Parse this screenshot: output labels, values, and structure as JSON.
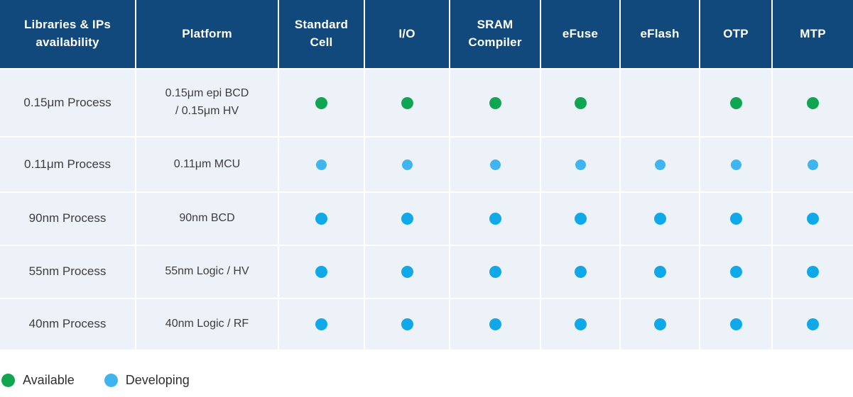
{
  "table": {
    "title": "Libraries & IPs availability",
    "columns": [
      {
        "id": "libraries-ips-availability",
        "label": "Libraries  & IPs\navailability"
      },
      {
        "id": "platform",
        "label": "Platform"
      },
      {
        "id": "standard-cell",
        "label": "Standard\nCell"
      },
      {
        "id": "io",
        "label": "I/O"
      },
      {
        "id": "sram-compiler",
        "label": "SRAM\nCompiler"
      },
      {
        "id": "efuse",
        "label": "eFuse"
      },
      {
        "id": "eflash",
        "label": "eFlash"
      },
      {
        "id": "otp",
        "label": "OTP"
      },
      {
        "id": "mtp",
        "label": "MTP"
      }
    ],
    "rows": [
      {
        "process": "0.15μm Process",
        "platform_lines": [
          "0.15μm epi BCD",
          "/ 0.15μm HV"
        ],
        "cells": [
          "available",
          "available",
          "available",
          "available",
          "",
          "available",
          "available"
        ]
      },
      {
        "process": "0.11μm Process",
        "platform_lines": [
          "0.11μm MCU"
        ],
        "cells": [
          "developing_light",
          "developing_light",
          "developing_light",
          "developing_light",
          "developing_light",
          "developing_light",
          "developing_light"
        ]
      },
      {
        "process": "90nm Process",
        "platform_lines": [
          "90nm BCD"
        ],
        "cells": [
          "developing",
          "developing",
          "developing",
          "developing",
          "developing",
          "developing",
          "developing"
        ]
      },
      {
        "process": "55nm Process",
        "platform_lines": [
          "55nm Logic / HV"
        ],
        "cells": [
          "developing",
          "developing",
          "developing",
          "developing",
          "developing",
          "developing",
          "developing"
        ]
      },
      {
        "process": "40nm Process",
        "platform_lines": [
          "40nm Logic / RF"
        ],
        "cells": [
          "developing",
          "developing",
          "developing",
          "developing",
          "developing",
          "developing",
          "developing"
        ]
      }
    ]
  },
  "legend": {
    "items": [
      {
        "status": "available",
        "label": "Available"
      },
      {
        "status": "developing",
        "label": "Developing"
      }
    ]
  },
  "colors": {
    "header_bg": "#11497d",
    "header_text": "#ffffff",
    "row_bg": "#edf2f9",
    "body_text": "#3d3d3d",
    "available": "#10a651",
    "developing": "#0fa9e9",
    "developing_light": "#3eb5ee",
    "grid_gap": "#ffffff"
  }
}
